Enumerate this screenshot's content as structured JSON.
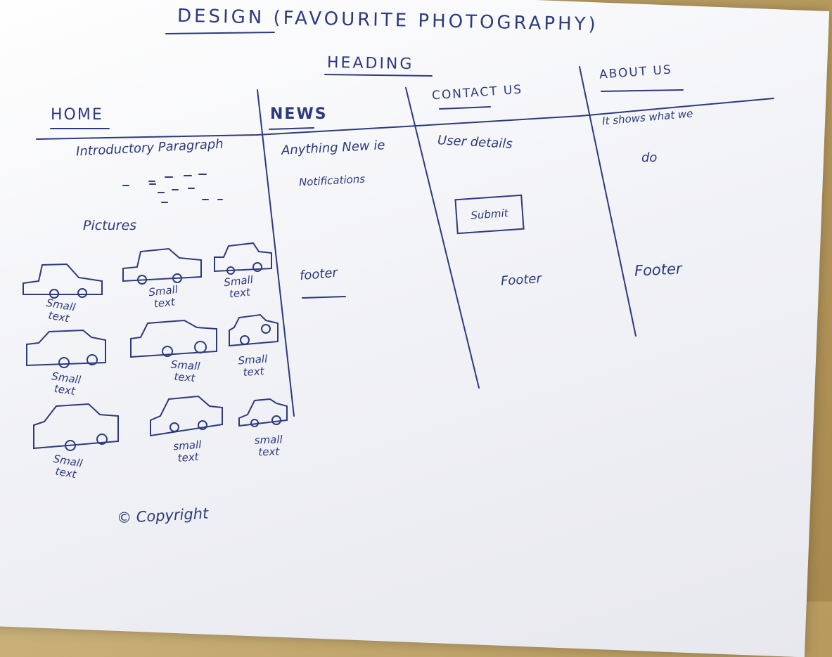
{
  "title": "DESIGN (FAVOURITE PHOTOGRAPHY)",
  "heading": "HEADING",
  "columns": {
    "home": {
      "label": "HOME",
      "intro": "Introductory Paragraph",
      "pictures_label": "Pictures",
      "picture_captions": [
        "Small text",
        "Small text",
        "Small text",
        "Small text",
        "Small text",
        "Small text",
        "Small text",
        "small text",
        "small text"
      ],
      "copyright": "© Copyright"
    },
    "news": {
      "label": "NEWS",
      "line1": "Anything New ie",
      "line2": "Notifications",
      "footer": "footer"
    },
    "contact": {
      "label": "CONTACT US",
      "user_details": "User details",
      "submit": "Submit",
      "footer": "Footer"
    },
    "about": {
      "label": "ABOUT US",
      "line1": "It shows what we",
      "line2": "do",
      "footer": "Footer"
    }
  },
  "ink_color": "#2d3a7c"
}
